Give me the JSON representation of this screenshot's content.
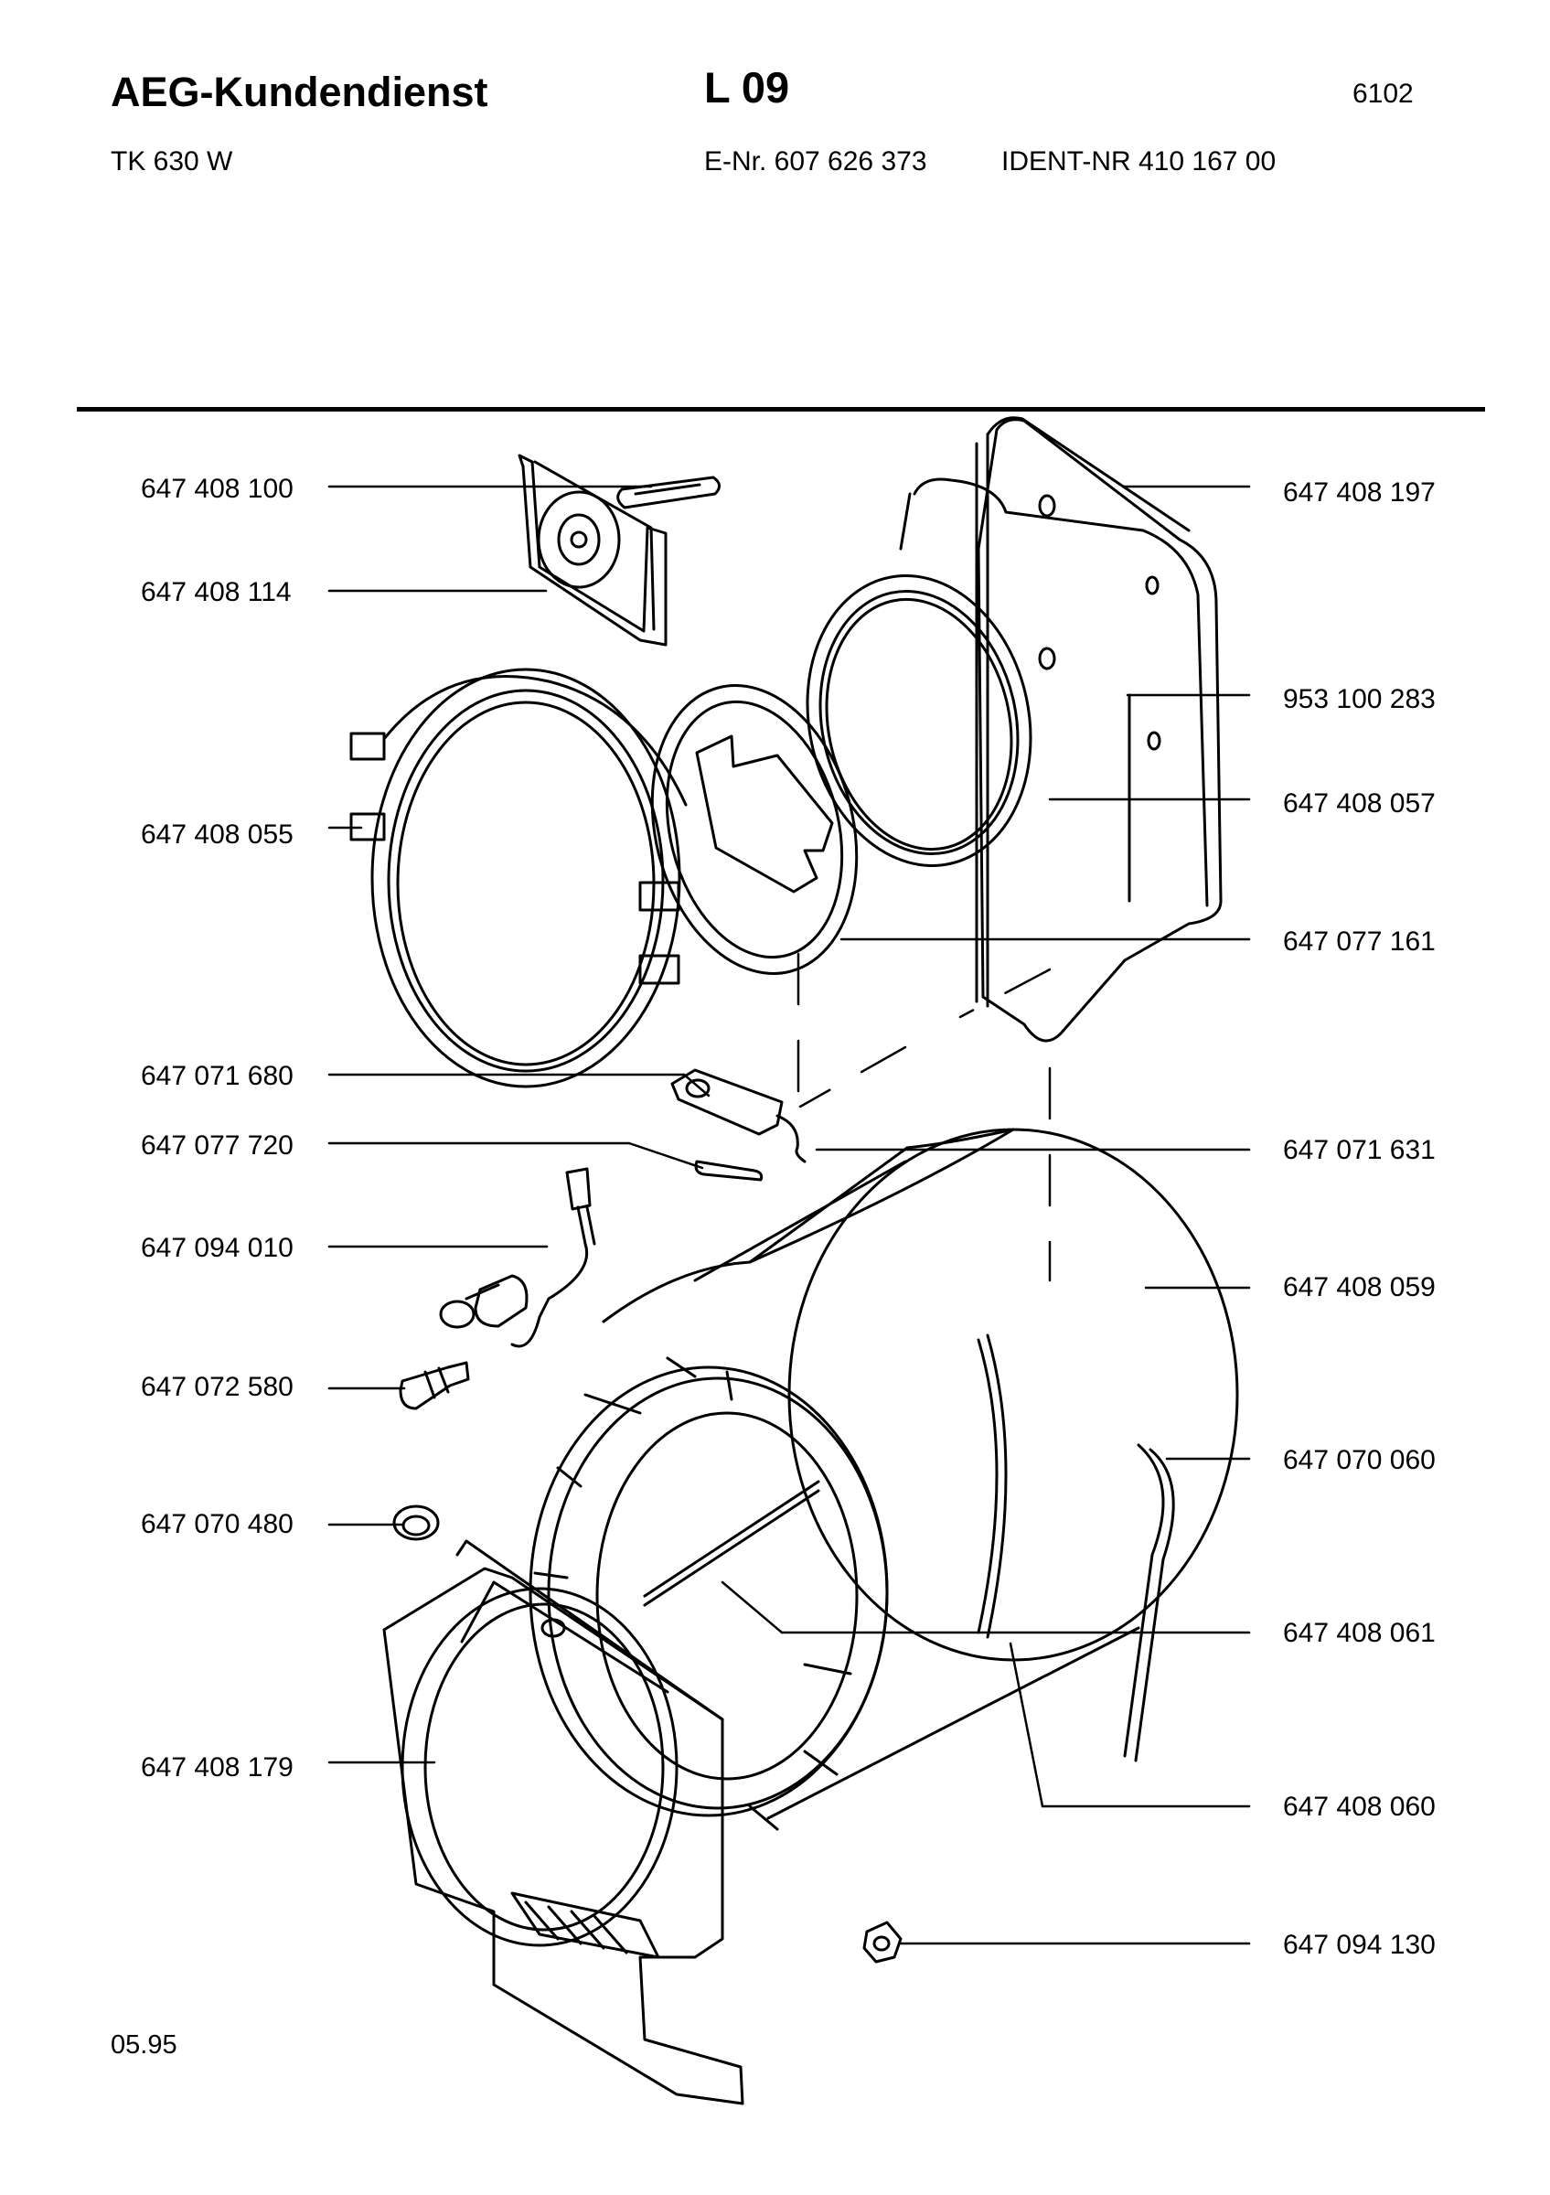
{
  "header": {
    "brand": "AEG-Kundendienst",
    "page_code": "L 09",
    "doc_number": "6102",
    "model": "TK 630 W",
    "e_nr": "E-Nr. 607 626 373",
    "ident_nr": "IDENT-NR 410 167 00"
  },
  "footer": {
    "date": "05.95"
  },
  "parts": {
    "left": [
      "647 408 100",
      "647 408 114",
      "647 408 055",
      "647 071 680",
      "647 077 720",
      "647 094 010",
      "647 072 580",
      "647 070 480",
      "647 408 179"
    ],
    "right": [
      "647 408 197",
      "953 100 283",
      "647 408 057",
      "647 077 161",
      "647 071 631",
      "647 408 059",
      "647 070 060",
      "647 408 061",
      "647 408 060",
      "647 094 130"
    ]
  }
}
